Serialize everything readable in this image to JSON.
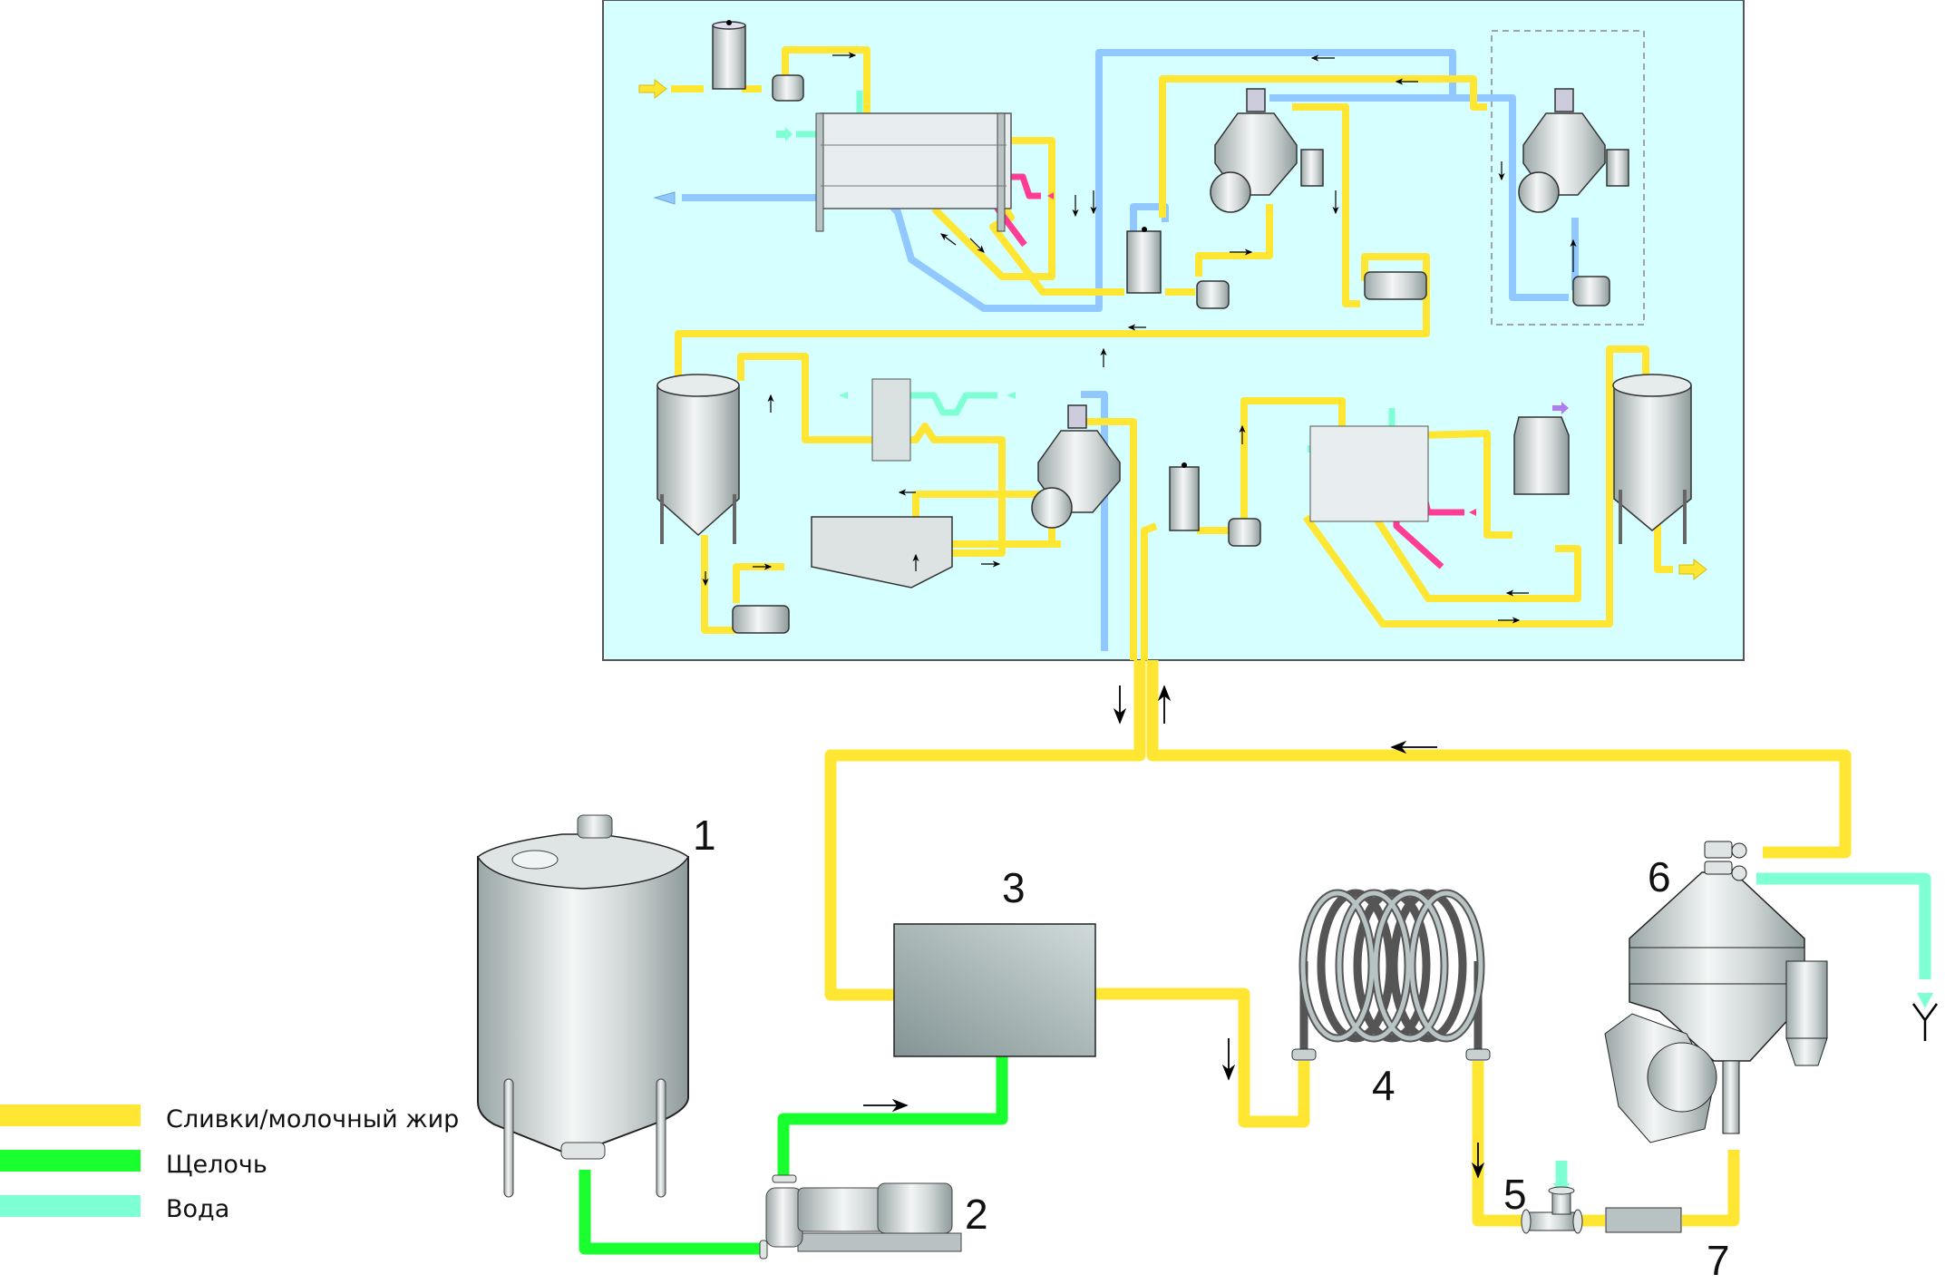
{
  "diagram": {
    "title": "",
    "colors": {
      "cream": "#ffe633",
      "alkali": "#1aff2e",
      "water": "#7fffd4",
      "ice_water": "#90c8ff",
      "hot_water": "#ff3c96",
      "steam": "#b07cf0",
      "panel_bg": "#d6ffff"
    },
    "legend": [
      {
        "key": "cream",
        "label": "Сливки/молочный жир"
      },
      {
        "key": "alkali",
        "label": "Щелочь"
      },
      {
        "key": "water",
        "label": "Вода"
      }
    ],
    "components": [
      {
        "id": "1",
        "label": "1",
        "icon": "tank-icon"
      },
      {
        "id": "2",
        "label": "2",
        "icon": "pump-icon"
      },
      {
        "id": "3",
        "label": "3",
        "icon": "box-unit-icon"
      },
      {
        "id": "4",
        "label": "4",
        "icon": "coil-heater-icon"
      },
      {
        "id": "5",
        "label": "5",
        "icon": "water-injector-icon"
      },
      {
        "id": "6",
        "label": "6",
        "icon": "separator-icon"
      },
      {
        "id": "7",
        "label": "7",
        "icon": "holding-tube-icon"
      }
    ],
    "overview_panel": {
      "description": "Overview of butter oil production line (tanks, plate heat exchangers, separators, pumps, vacuum deaerator)"
    }
  }
}
